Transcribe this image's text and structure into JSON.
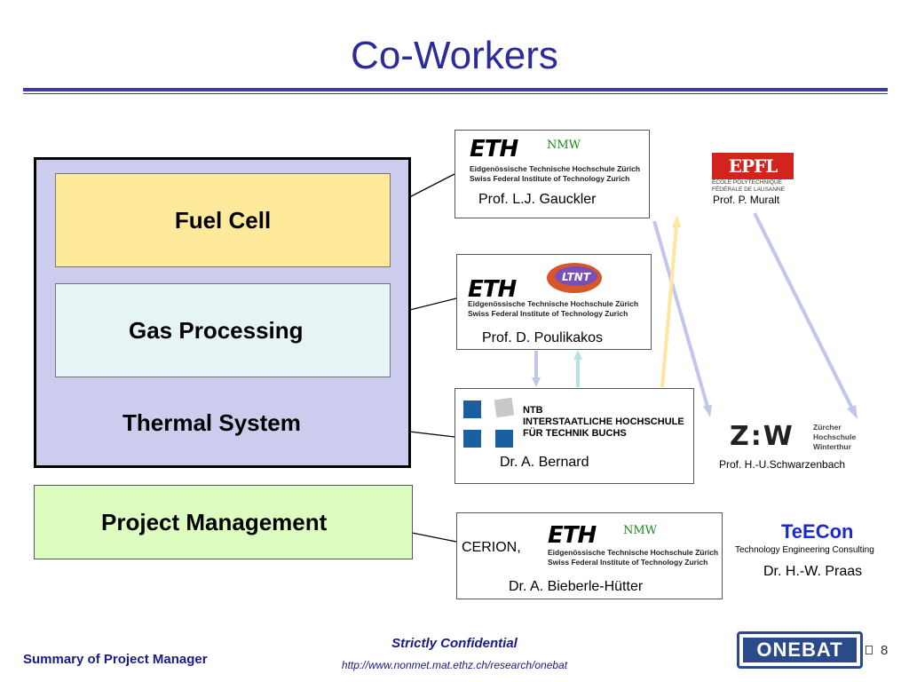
{
  "title": "Co-Workers",
  "areas": {
    "fuel_cell": "Fuel Cell",
    "gas_processing": "Gas Processing",
    "thermal_system": "Thermal System",
    "project_management": "Project Management"
  },
  "partners": {
    "eth_logo_text": "ETH",
    "eth_subline1": "Eidgenössische Technische Hochschule Zürich",
    "eth_subline2": "Swiss Federal Institute of Technology Zurich",
    "nmw": "NMW",
    "ltnt": "LTNT",
    "gauckler": "Prof. L.J. Gauckler",
    "poulikakos": "Prof. D. Poulikakos",
    "ntb_line1": "NTB",
    "ntb_line2": "INTERSTAATLICHE HOCHSCHULE",
    "ntb_line3": "FÜR TECHNIK BUCHS",
    "bernard": "Dr. A. Bernard",
    "cerion": "CERION,",
    "bieberle": "Dr. A. Bieberle-Hütter",
    "epfl_logo": "EPFL",
    "epfl_sub1": "ÉCOLE POLYTECHNIQUE",
    "epfl_sub2": "FÉDÉRALE DE LAUSANNE",
    "muralt": "Prof. P. Muralt",
    "zhw_logo": "Z:W",
    "zhw_sub1": "Zürcher",
    "zhw_sub2": "Hochschule",
    "zhw_sub3": "Winterthur",
    "schwarzenbach": "Prof. H.-U.Schwarzenbach",
    "teecon": "TeECon",
    "teecon_sub": "Technology Engineering  Consulting",
    "praas": "Dr. H.-W. Praas"
  },
  "footer": {
    "left": "Summary of Project Manager",
    "confidential": "Strictly Confidential",
    "url": "http://www.nonmet.mat.ethz.ch/research/onebat",
    "logo": "ONEBAT",
    "page": "8"
  },
  "colors": {
    "title": "#2b2b9a",
    "fuel_cell": "#ffe99a",
    "gas_processing": "#e6f4f5",
    "thermal_system": "#cccdee",
    "project_management": "#ddfcc0"
  }
}
